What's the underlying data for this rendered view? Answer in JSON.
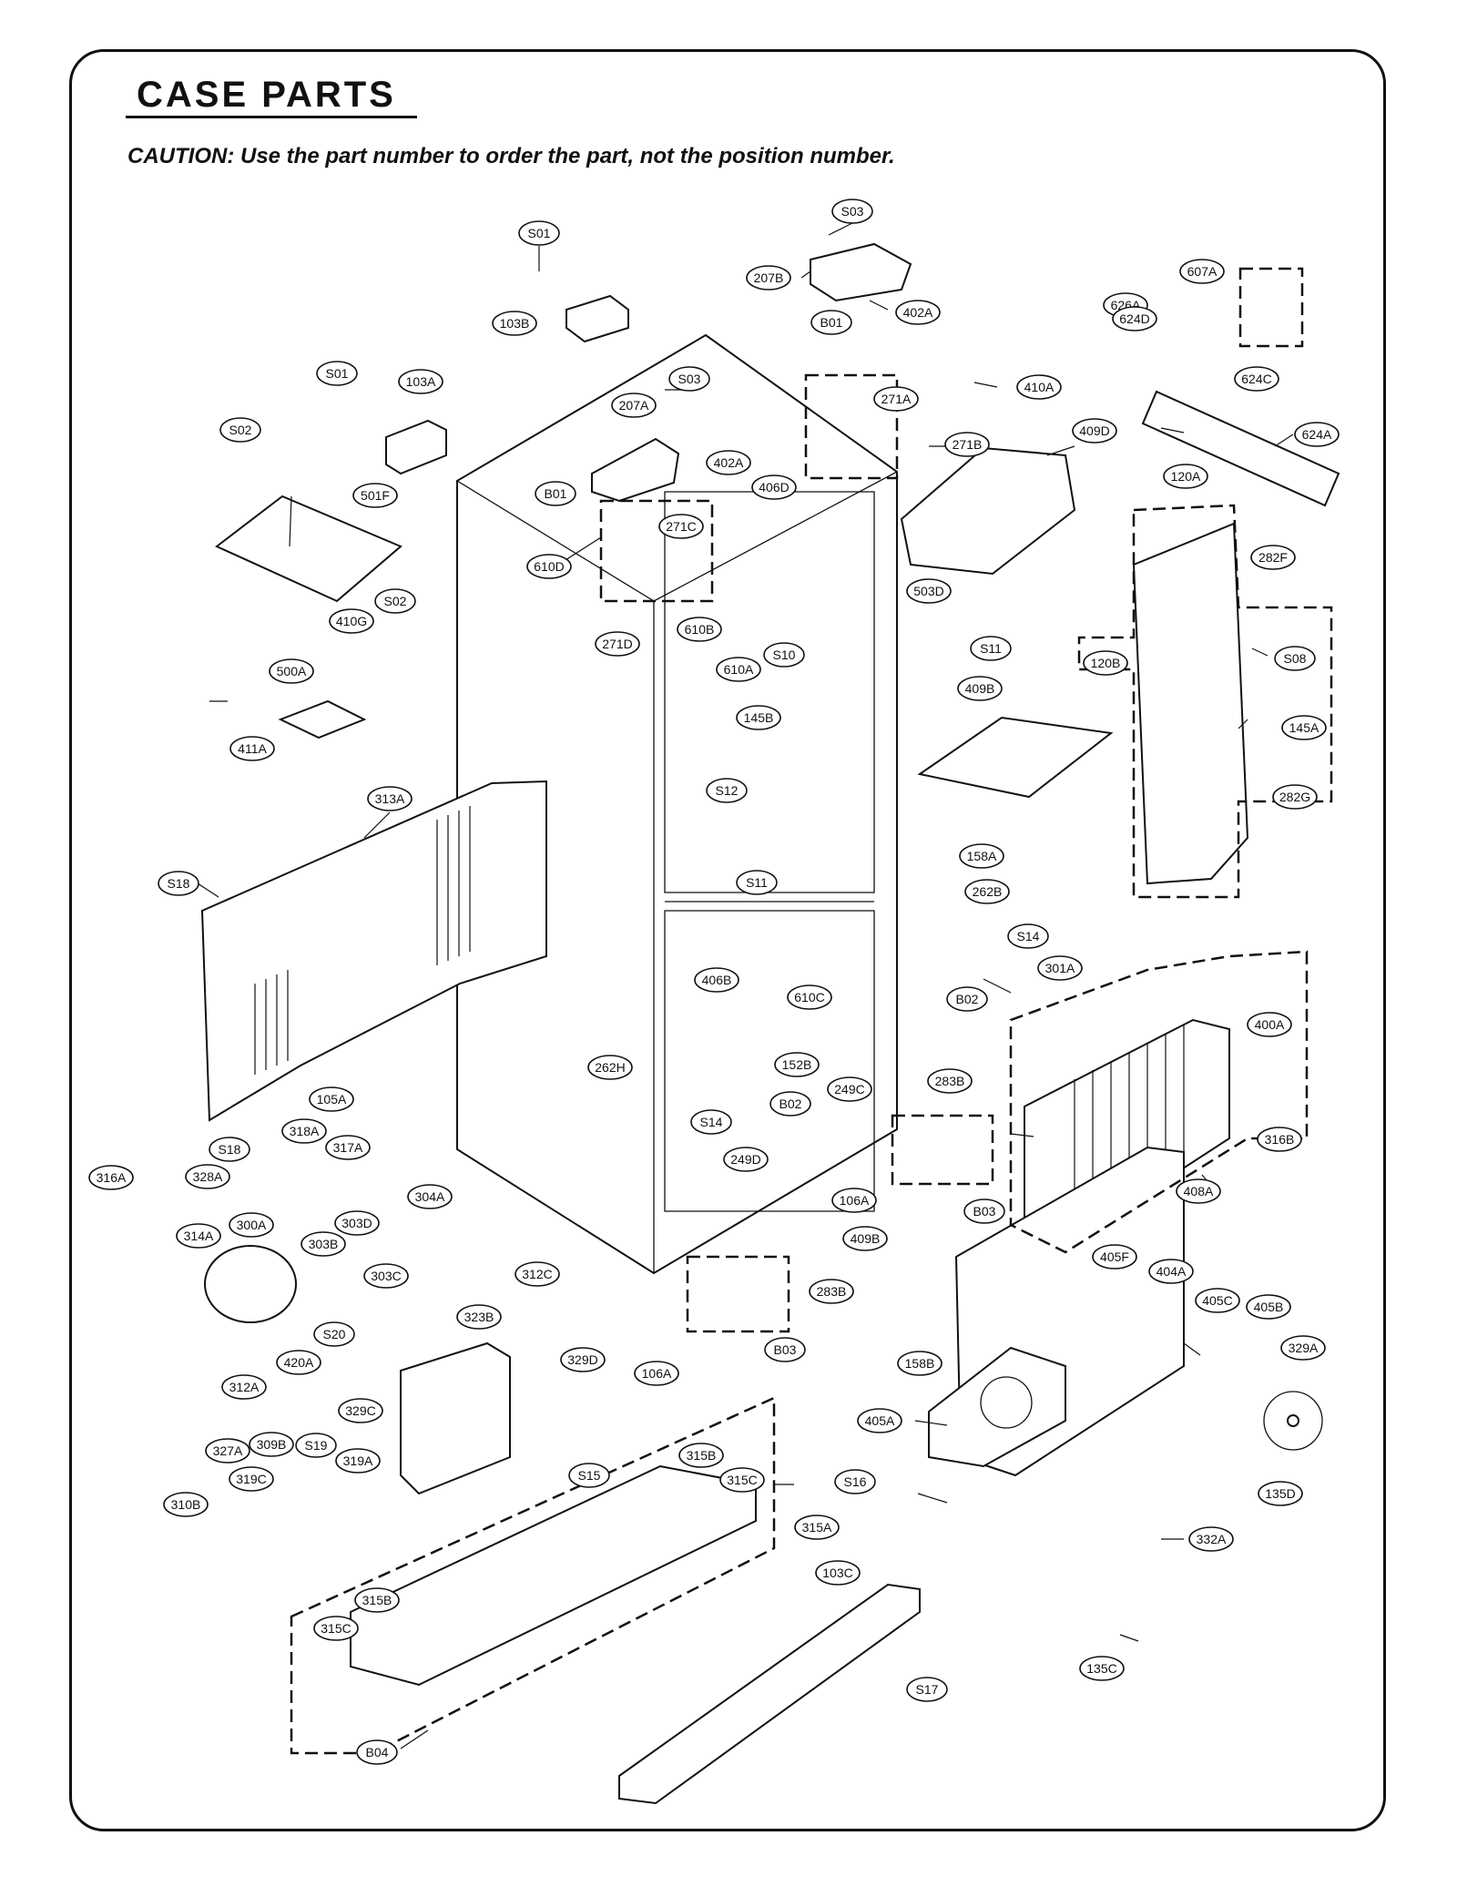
{
  "header": {
    "title": "CASE PARTS",
    "caution": "CAUTION: Use the part number to order the part, not the position number."
  },
  "labels": {
    "S01_a": "S01",
    "S03_a": "S03",
    "207B": "207B",
    "402A_a": "402A",
    "607A": "607A",
    "103B": "103B",
    "B01_a": "B01",
    "626A": "626A",
    "624D": "624D",
    "410A": "410A",
    "S01_b": "S01",
    "103A": "103A",
    "207A": "207A",
    "S03_b": "S03",
    "271A": "271A",
    "624C": "624C",
    "S02_a": "S02",
    "271B": "271B",
    "409D": "409D",
    "624A": "624A",
    "402A_b": "402A",
    "501F": "501F",
    "B01_b": "B01",
    "406D": "406D",
    "271C": "271C",
    "120A": "120A",
    "610D": "610D",
    "503D": "503D",
    "282F": "282F",
    "S02_b": "S02",
    "410G": "410G",
    "610B": "610B",
    "271D": "271D",
    "S11_a": "S11",
    "S08": "S08",
    "610A": "610A",
    "S10": "S10",
    "120B": "120B",
    "500A": "500A",
    "409B_a": "409B",
    "145B": "145B",
    "145A": "145A",
    "411A": "411A",
    "S12": "S12",
    "282G": "282G",
    "313A": "313A",
    "158A": "158A",
    "S18_a": "S18",
    "S11_b": "S11",
    "262B": "262B",
    "S14_a": "S14",
    "301A": "301A",
    "B02_a": "B02",
    "406B": "406B",
    "610C": "610C",
    "400A": "400A",
    "262H": "262H",
    "152B": "152B",
    "B02_b": "B02",
    "249C": "249C",
    "283B_a": "283B",
    "105A": "105A",
    "S14_b": "S14",
    "316B": "316B",
    "318A": "318A",
    "S18_b": "S18",
    "317A": "317A",
    "249D": "249D",
    "408A": "408A",
    "328A": "328A",
    "316A": "316A",
    "304A": "304A",
    "B03_a": "B03",
    "106A_a": "106A",
    "300A": "300A",
    "303D": "303D",
    "314A": "314A",
    "303B": "303B",
    "409B_b": "409B",
    "405F": "405F",
    "404A": "404A",
    "312C": "312C",
    "303C": "303C",
    "283B_b": "283B",
    "405C": "405C",
    "405B": "405B",
    "323B": "323B",
    "S20": "S20",
    "B03_b": "B03",
    "158B": "158B",
    "420A": "420A",
    "329D": "329D",
    "106A_b": "106A",
    "329A": "329A",
    "312A": "312A",
    "329C": "329C",
    "405A": "405A",
    "327A": "327A",
    "309B": "309B",
    "S19": "S19",
    "315B_a": "315B",
    "319A": "319A",
    "310B": "310B",
    "319C": "319C",
    "S15": "S15",
    "315C_a": "315C",
    "S16": "S16",
    "135D": "135D",
    "315A": "315A",
    "332A": "332A",
    "103C": "103C",
    "315B_b": "315B",
    "315C_b": "315C",
    "S17": "S17",
    "135C": "135C",
    "B04": "B04"
  }
}
